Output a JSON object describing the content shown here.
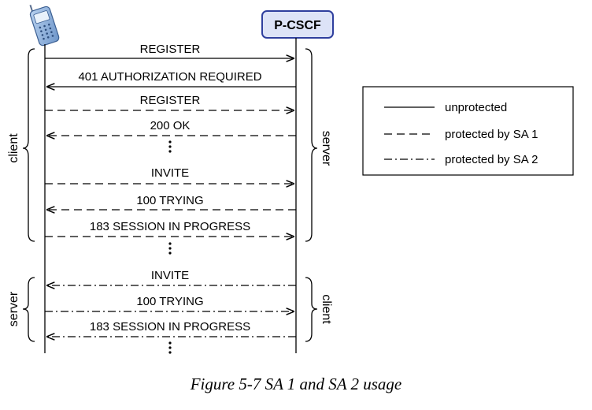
{
  "node": {
    "label": "P-CSCF"
  },
  "messages": [
    {
      "label": "REGISTER",
      "direction": "right",
      "style": "solid"
    },
    {
      "label": "401 AUTHORIZATION REQUIRED",
      "direction": "left",
      "style": "solid"
    },
    {
      "label": "REGISTER",
      "direction": "right",
      "style": "dashed"
    },
    {
      "label": "200 OK",
      "direction": "left",
      "style": "dashed"
    },
    {
      "label": "INVITE",
      "direction": "right",
      "style": "dashed"
    },
    {
      "label": "100 TRYING",
      "direction": "left",
      "style": "dashed"
    },
    {
      "label": "183 SESSION IN PROGRESS",
      "direction": "right",
      "style": "dashed"
    },
    {
      "label": "INVITE",
      "direction": "left",
      "style": "dashdot"
    },
    {
      "label": "100 TRYING",
      "direction": "right",
      "style": "dashdot"
    },
    {
      "label": "183 SESSION IN PROGRESS",
      "direction": "left",
      "style": "dashdot"
    }
  ],
  "roles": {
    "left_upper": "client",
    "right_upper": "server",
    "left_lower": "server",
    "right_lower": "client"
  },
  "legend": {
    "items": [
      {
        "label": "unprotected",
        "style": "solid"
      },
      {
        "label": "protected by SA 1",
        "style": "dashed"
      },
      {
        "label": "protected by SA 2",
        "style": "dashdot"
      }
    ]
  },
  "caption": "Figure 5-7 SA 1 and SA 2 usage",
  "icons": {
    "phone": "mobile-phone-icon"
  },
  "colors": {
    "node_fill": "#dde3f7",
    "node_border": "#2f3f9e",
    "phone_body": "#7fa7d8"
  }
}
